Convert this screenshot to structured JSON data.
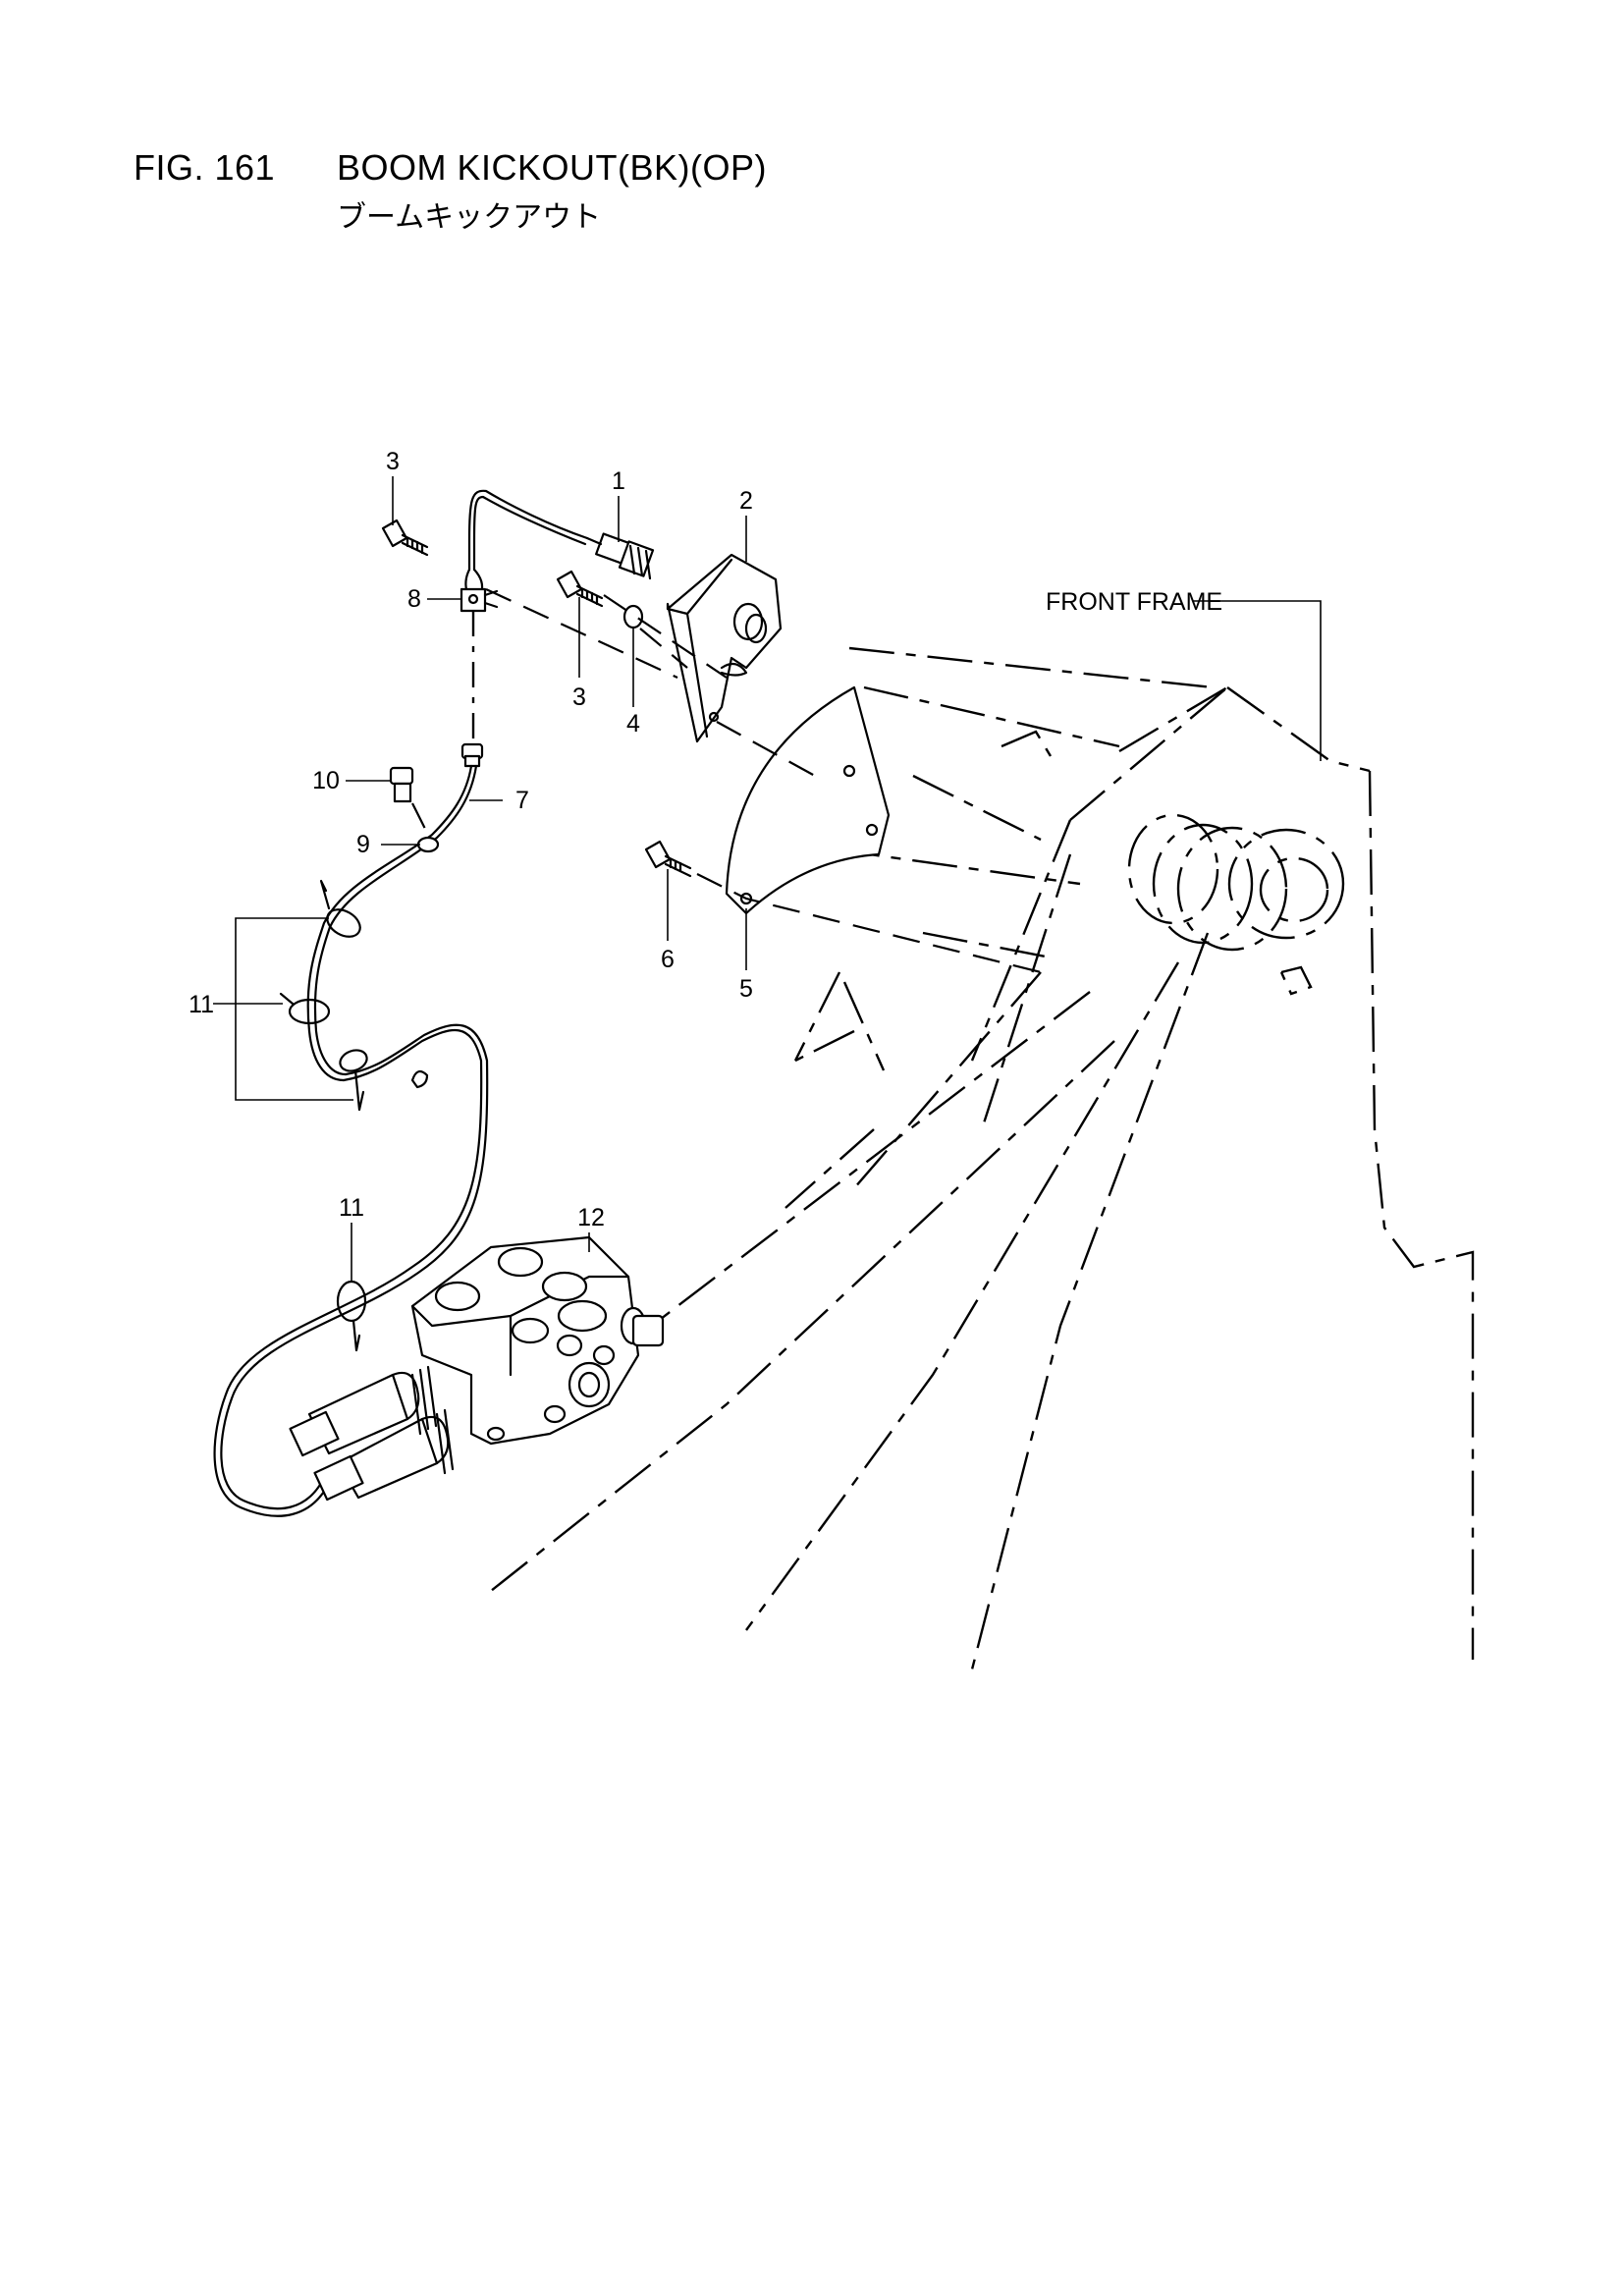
{
  "figure": {
    "number": "FIG. 161",
    "title": "BOOM KICKOUT(BK)(OP)",
    "subtitle_jp": "ブームキックアウト"
  },
  "labels": {
    "front_frame": "FRONT FRAME",
    "callouts": [
      "1",
      "2",
      "3",
      "3",
      "4",
      "5",
      "6",
      "7",
      "8",
      "9",
      "10",
      "11",
      "11",
      "12"
    ]
  }
}
